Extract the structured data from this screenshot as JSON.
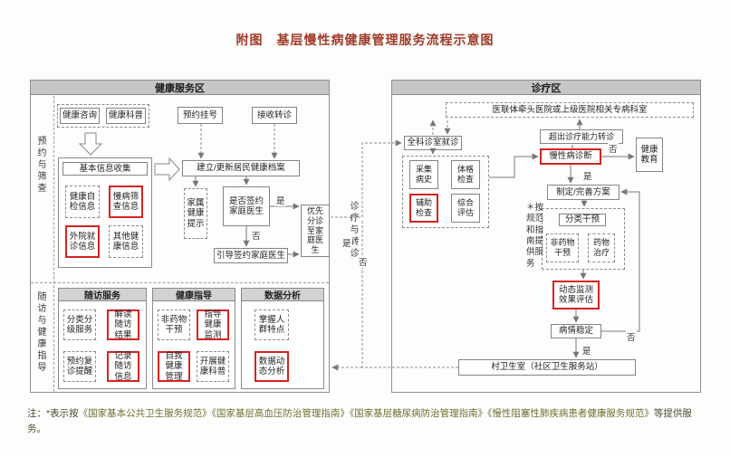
{
  "title": "附图　基层慢性病健康管理服务流程示意图",
  "colors": {
    "highlight": "#d42420",
    "title_text": "#a03a28",
    "zone_header_bg": "#c6c6c6"
  },
  "labels": {
    "yes": "是",
    "no": "否"
  },
  "health_zone": {
    "header": "健康服务区",
    "side_top": "预约与筛查",
    "side_bottom": "随访与健康指导",
    "top_actions": [
      "健康咨询",
      "健康科普",
      "预约挂号",
      "接收转诊"
    ],
    "info_collect": {
      "title": "基本信息收集",
      "items": [
        {
          "label": "健康自检信息"
        },
        {
          "label": "慢病筛查信息"
        },
        {
          "label": "外院就诊信息"
        },
        {
          "label": "其他健康信息"
        }
      ]
    },
    "archive": "建立/更新居民健康档案",
    "family_tip": "家属健康提示",
    "sign_check": "是否签约家庭医生",
    "guide_sign": "引导签约家庭医生",
    "priority": "优先分诊至家庭医生",
    "followup": {
      "header": "随访服务",
      "items": [
        {
          "label": "分类分级服务"
        },
        {
          "label": "解读随访结果"
        },
        {
          "label": "预约复诊提醒"
        },
        {
          "label": "记录随访信息"
        }
      ]
    },
    "guidance": {
      "header": "健康指导",
      "items": [
        {
          "label": "非药物干预"
        },
        {
          "label": "指导健康监测"
        },
        {
          "label": "自我健康管理"
        },
        {
          "label": "开展健康科普"
        }
      ]
    },
    "analysis": {
      "header": "数据分析",
      "items": [
        {
          "label": "掌握人群特点"
        },
        {
          "label": "数据动态分析"
        }
      ]
    }
  },
  "bridge": {
    "side_label": "诊疗与转诊"
  },
  "clinic_zone": {
    "header": "诊疗区",
    "hospital": "医联体牵头医院或上级医院相关专病科室",
    "gp_room": "全科诊室就诊",
    "exam_items": [
      {
        "label": "采集病史"
      },
      {
        "label": "体格检查"
      },
      {
        "label": "辅助检查"
      },
      {
        "label": "综合评估"
      }
    ],
    "refer_over": "超出诊疗能力转诊",
    "diagnosis": "慢性病诊断",
    "health_edu": "健康教育",
    "plan": "制定/完善方案",
    "intervention": {
      "title": "分类干预",
      "items": [
        {
          "label": "非药物干预"
        },
        {
          "label": "药物治疗"
        }
      ]
    },
    "monitor": "动态监测效果评估",
    "stable": "病情稳定",
    "village": "村卫生室（社区卫生服务站）",
    "side_note": "＊按规范和指南提供服务"
  },
  "note": {
    "prefix": "注：*表示按",
    "titles": "《国家基本公共卫生服务规范》《国家基层高血压防治管理指南》《国家基层糖尿病防治管理指南》《慢性阻塞性肺疾病患者健康服务规范》",
    "suffix": "等提供服务。"
  }
}
